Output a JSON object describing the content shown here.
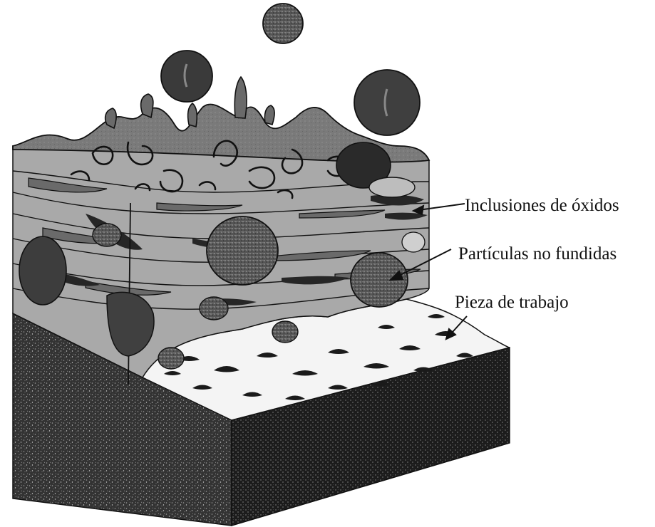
{
  "labels": {
    "oxide_inclusions": "Inclusiones de óxidos",
    "unmelted_particles": "Partículas no fundidas",
    "workpiece": "Pieza de trabajo"
  },
  "colors": {
    "background": "#ffffff",
    "substrate": "#3a3a3a",
    "substrate_dark": "#1e1e1e",
    "lamella_light": "#b5b5b5",
    "lamella_mid": "#8f8f8f",
    "lamella_dark": "#5a5a5a",
    "oxide": "#262626",
    "particle": "#4a4a4a",
    "bond_coat": "#f2f2f2",
    "line": "#111111"
  }
}
